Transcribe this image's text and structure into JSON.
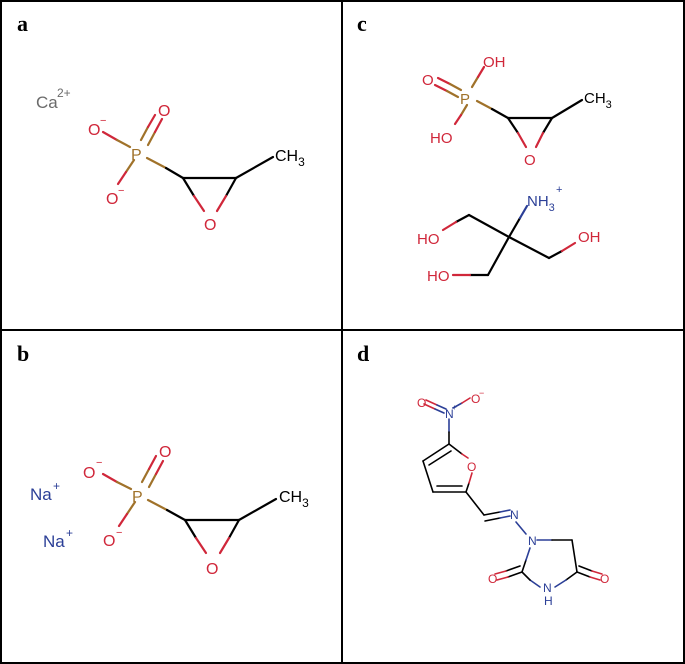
{
  "figure": {
    "colors": {
      "border": "#000000",
      "carbon_bond": "#000000",
      "oxygen": "#d0273a",
      "phosphorus": "#a0722a",
      "nitrogen": "#2b3f97",
      "calcium": "#6b6b6b",
      "sodium": "#2b3f97"
    },
    "panels": [
      {
        "id": "a",
        "label": "a",
        "atoms": {
          "counterion": "Ca",
          "counterion_charge": "2+",
          "o_double": "O",
          "o_minus_top": "O",
          "o_minus_bottom": "O",
          "minus": "−",
          "p": "P",
          "epoxide_o": "O",
          "methyl": "CH",
          "methyl_sub": "3"
        }
      },
      {
        "id": "b",
        "label": "b",
        "atoms": {
          "counterion1": "Na",
          "counterion2": "Na",
          "plus": "+",
          "o_double": "O",
          "o_minus_top": "O",
          "o_minus_bottom": "O",
          "minus": "−",
          "p": "P",
          "epoxide_o": "O",
          "methyl": "CH",
          "methyl_sub": "3"
        }
      },
      {
        "id": "c",
        "label": "c",
        "atoms": {
          "oh_top": "OH",
          "o_double": "O",
          "p": "P",
          "ho_bottom": "HO",
          "epoxide_o": "O",
          "methyl": "CH",
          "methyl_sub": "3",
          "ammonium": "NH",
          "ammonium_sub": "3",
          "plus": "+",
          "ho_left": "HO",
          "oh_right": "OH",
          "ho_bottom_left": "HO"
        }
      },
      {
        "id": "d",
        "label": "d",
        "atoms": {
          "nitro_o_left": "O",
          "nitro_n": "N",
          "nitro_n_charge": "+",
          "nitro_o_right": "O",
          "nitro_o_charge": "−",
          "furan_o": "O",
          "imine_n": "N",
          "ring_n": "N",
          "ring_nh_n": "N",
          "ring_nh_h": "H",
          "carbonyl_o_left": "O",
          "carbonyl_o_right": "O"
        }
      }
    ]
  }
}
